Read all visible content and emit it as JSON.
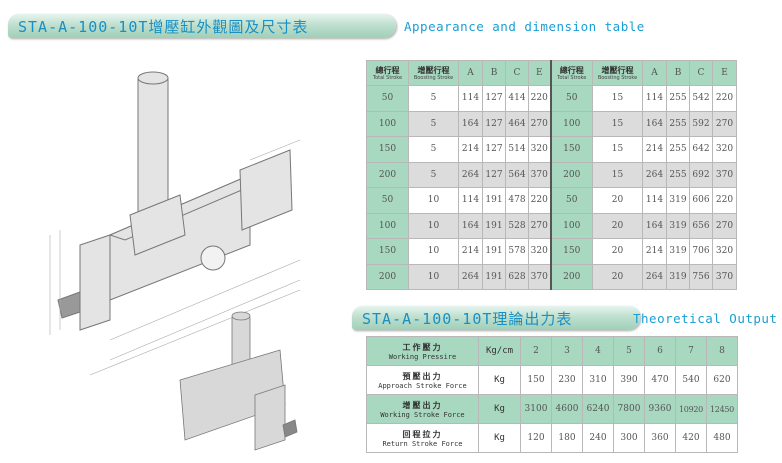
{
  "dimension_section": {
    "title": "STA-A-100-10T增壓缸外觀圖及尺寸表",
    "subtitle": "Appearance and dimension table"
  },
  "dimension_table": {
    "headers": [
      {
        "zh": "總行程",
        "en": "Total Stroke"
      },
      {
        "zh": "增壓行程",
        "en": "Boosting Stroke"
      },
      {
        "label": "A"
      },
      {
        "label": "B"
      },
      {
        "label": "C"
      },
      {
        "label": "E"
      },
      {
        "zh": "總行程",
        "en": "Total Stroke"
      },
      {
        "zh": "增壓行程",
        "en": "Boosting Stroke"
      },
      {
        "label": "A"
      },
      {
        "label": "B"
      },
      {
        "label": "C"
      },
      {
        "label": "E"
      }
    ],
    "rows": [
      [
        "50",
        "5",
        "114",
        "127",
        "414",
        "220",
        "50",
        "15",
        "114",
        "255",
        "542",
        "220"
      ],
      [
        "100",
        "5",
        "164",
        "127",
        "464",
        "270",
        "100",
        "15",
        "164",
        "255",
        "592",
        "270"
      ],
      [
        "150",
        "5",
        "214",
        "127",
        "514",
        "320",
        "150",
        "15",
        "214",
        "255",
        "642",
        "320"
      ],
      [
        "200",
        "5",
        "264",
        "127",
        "564",
        "370",
        "200",
        "15",
        "264",
        "255",
        "692",
        "370"
      ],
      [
        "50",
        "10",
        "114",
        "191",
        "478",
        "220",
        "50",
        "20",
        "114",
        "319",
        "606",
        "220"
      ],
      [
        "100",
        "10",
        "164",
        "191",
        "528",
        "270",
        "100",
        "20",
        "164",
        "319",
        "656",
        "270"
      ],
      [
        "150",
        "10",
        "214",
        "191",
        "578",
        "320",
        "150",
        "20",
        "214",
        "319",
        "706",
        "320"
      ],
      [
        "200",
        "10",
        "264",
        "191",
        "628",
        "370",
        "200",
        "20",
        "264",
        "319",
        "756",
        "370"
      ]
    ]
  },
  "output_section": {
    "title": "STA-A-100-10T理論出力表",
    "subtitle": "Theoretical Output"
  },
  "output_table": {
    "header": {
      "zh": "工作壓力",
      "en": "Working Pressire",
      "unit": "Kg/cm",
      "values": [
        "2",
        "3",
        "4",
        "5",
        "6",
        "7",
        "8"
      ]
    },
    "rows": [
      {
        "zh": "預壓出力",
        "en": "Approach Stroke Force",
        "unit": "Kg",
        "values": [
          "150",
          "230",
          "310",
          "390",
          "470",
          "540",
          "620"
        ]
      },
      {
        "zh": "增壓出力",
        "en": "Working Stroke Force",
        "unit": "Kg",
        "values": [
          "3100",
          "4600",
          "6240",
          "7800",
          "9360",
          "10920",
          "12450"
        ]
      },
      {
        "zh": "回程拉力",
        "en": "Return Stroke Force",
        "unit": "Kg",
        "values": [
          "120",
          "180",
          "240",
          "300",
          "360",
          "420",
          "480"
        ]
      }
    ]
  }
}
